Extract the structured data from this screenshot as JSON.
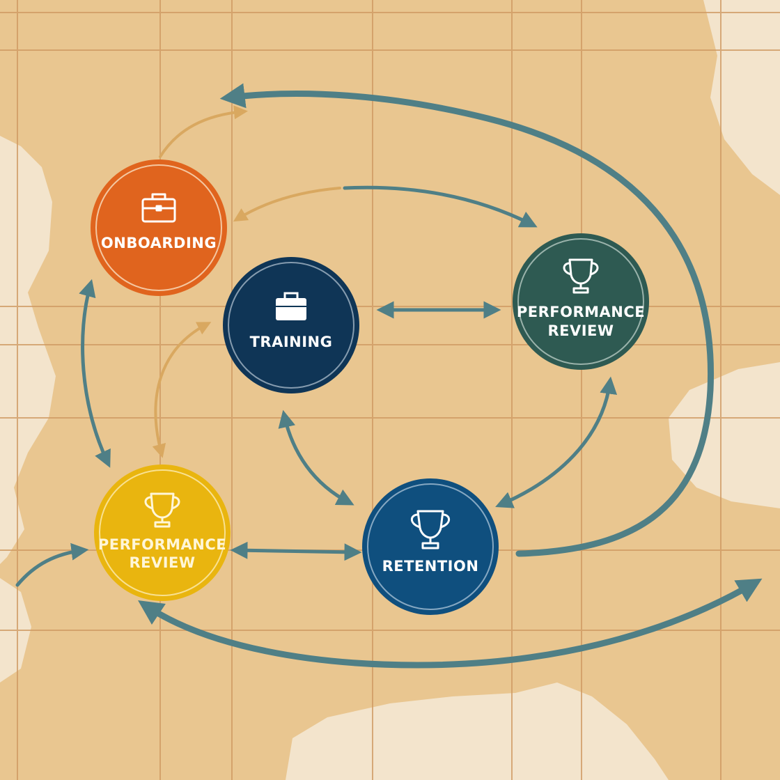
{
  "colors": {
    "paper": "#e9c690",
    "grid": "#cf9a63",
    "torn_paper": "#f3e4cc",
    "arrow_teal": "#4f7f86",
    "arrow_gold": "#d9a860",
    "onboarding": "#e0641e",
    "training": "#0f3556",
    "performance_review_top": "#2e5a52",
    "performance_review_bottom": "#e9b50f",
    "retention": "#0f4f7e"
  },
  "nodes": {
    "onboarding": {
      "label": "ONBOARDING",
      "icon": "briefcase-icon"
    },
    "training": {
      "label": "TRAINING",
      "icon": "briefcase-icon"
    },
    "performance_review_top": {
      "label_line1": "PERFORMANCE",
      "label_line2": "REVIEW",
      "icon": "trophy-icon"
    },
    "performance_review_bottom": {
      "label_line1": "PERFORMANCE",
      "label_line2": "REVIEW",
      "icon": "trophy-icon"
    },
    "retention": {
      "label": "RETENTION",
      "icon": "trophy-icon"
    }
  }
}
